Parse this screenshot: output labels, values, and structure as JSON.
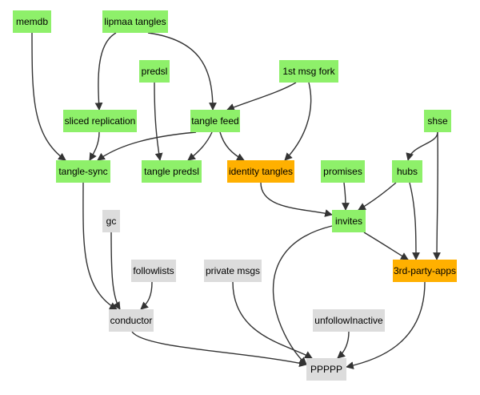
{
  "colors": {
    "active": "#8ef06a",
    "highlight": "#ffb000",
    "inactive": "#dcdcdc",
    "edge": "#333333"
  },
  "nodes": [
    {
      "id": "memdb",
      "label": "memdb",
      "status": "active"
    },
    {
      "id": "lipmaa-tangles",
      "label": "lipmaa tangles",
      "status": "active"
    },
    {
      "id": "predsl",
      "label": "predsl",
      "status": "active"
    },
    {
      "id": "first-msg-fork",
      "label": "1st msg fork",
      "status": "active"
    },
    {
      "id": "sliced-replication",
      "label": "sliced replication",
      "status": "active"
    },
    {
      "id": "tangle-feed",
      "label": "tangle feed",
      "status": "active"
    },
    {
      "id": "shse",
      "label": "shse",
      "status": "active"
    },
    {
      "id": "tangle-sync",
      "label": "tangle-sync",
      "status": "active"
    },
    {
      "id": "tangle-predsl",
      "label": "tangle predsl",
      "status": "active"
    },
    {
      "id": "identity-tangles",
      "label": "identity tangles",
      "status": "highlight"
    },
    {
      "id": "promises",
      "label": "promises",
      "status": "active"
    },
    {
      "id": "hubs",
      "label": "hubs",
      "status": "active"
    },
    {
      "id": "gc",
      "label": "gc",
      "status": "inactive"
    },
    {
      "id": "invites",
      "label": "invites",
      "status": "active"
    },
    {
      "id": "followlists",
      "label": "followlists",
      "status": "inactive"
    },
    {
      "id": "private-msgs",
      "label": "private msgs",
      "status": "inactive"
    },
    {
      "id": "third-party-apps",
      "label": "3rd-party-apps",
      "status": "highlight"
    },
    {
      "id": "conductor",
      "label": "conductor",
      "status": "inactive"
    },
    {
      "id": "unfollowinactive",
      "label": "unfollowInactive",
      "status": "inactive"
    },
    {
      "id": "ppppp",
      "label": "PPPPP",
      "status": "inactive"
    }
  ],
  "edges": [
    {
      "from": "memdb",
      "to": "tangle-sync"
    },
    {
      "from": "lipmaa-tangles",
      "to": "sliced-replication"
    },
    {
      "from": "lipmaa-tangles",
      "to": "tangle-feed"
    },
    {
      "from": "predsl",
      "to": "tangle-predsl"
    },
    {
      "from": "first-msg-fork",
      "to": "tangle-feed"
    },
    {
      "from": "first-msg-fork",
      "to": "identity-tangles"
    },
    {
      "from": "sliced-replication",
      "to": "tangle-sync"
    },
    {
      "from": "tangle-feed",
      "to": "tangle-sync"
    },
    {
      "from": "tangle-feed",
      "to": "tangle-predsl"
    },
    {
      "from": "tangle-feed",
      "to": "identity-tangles"
    },
    {
      "from": "shse",
      "to": "hubs"
    },
    {
      "from": "shse",
      "to": "third-party-apps"
    },
    {
      "from": "identity-tangles",
      "to": "invites"
    },
    {
      "from": "promises",
      "to": "invites"
    },
    {
      "from": "hubs",
      "to": "invites"
    },
    {
      "from": "hubs",
      "to": "third-party-apps"
    },
    {
      "from": "invites",
      "to": "third-party-apps"
    },
    {
      "from": "invites",
      "to": "ppppp"
    },
    {
      "from": "tangle-sync",
      "to": "conductor"
    },
    {
      "from": "gc",
      "to": "conductor"
    },
    {
      "from": "followlists",
      "to": "conductor"
    },
    {
      "from": "conductor",
      "to": "ppppp"
    },
    {
      "from": "private-msgs",
      "to": "ppppp"
    },
    {
      "from": "unfollowinactive",
      "to": "ppppp"
    },
    {
      "from": "third-party-apps",
      "to": "ppppp"
    }
  ]
}
